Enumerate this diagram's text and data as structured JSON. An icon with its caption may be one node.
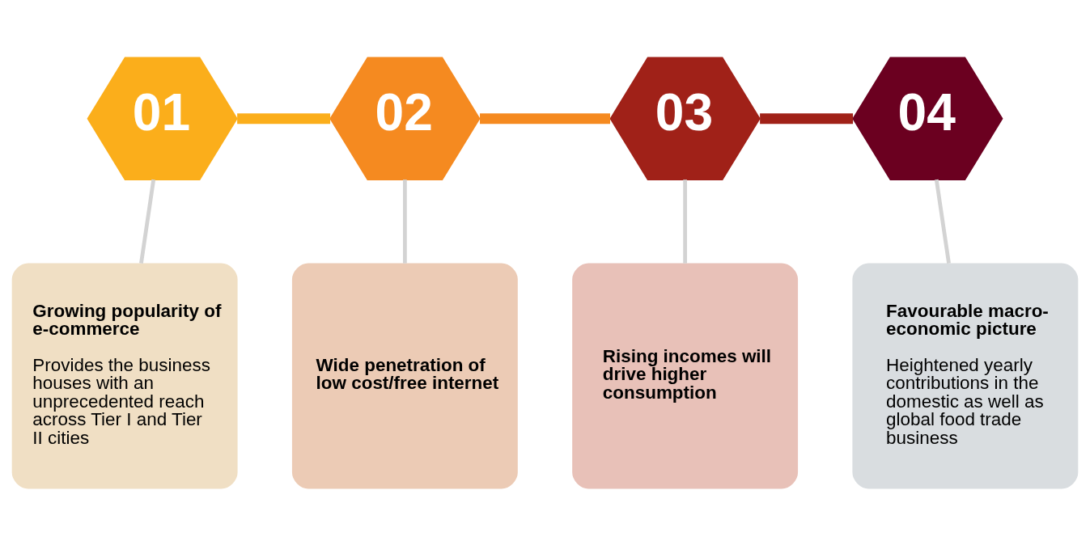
{
  "diagram": {
    "nodes": [
      {
        "text": [
          "01"
        ]
      },
      {
        "text": [
          "02"
        ]
      },
      {
        "text": [
          "03"
        ]
      },
      {
        "text": [
          "04"
        ]
      },
      {
        "text": [
          "Growing popularity of e-commerce",
          "Provides the business houses with an unprecedented reach across Tier I and Tier II cities"
        ]
      },
      {
        "text": [
          "Wide penetration of low cost/free internet"
        ]
      },
      {
        "text": [
          "Rising incomes will drive higher consumption"
        ]
      },
      {
        "text": [
          "Favourable macro-economic picture",
          "Heightened yearly contributions in the domestic as well as global food trade business"
        ]
      }
    ],
    "edges": [
      {
        "from": 0,
        "to": 1,
        "arrow": "none",
        "style": "thick",
        "color": "#fbae1b"
      },
      {
        "from": 1,
        "to": 2,
        "arrow": "none",
        "style": "thick",
        "color": "#f58a20"
      },
      {
        "from": 2,
        "to": 3,
        "arrow": "none",
        "style": "thick",
        "color": "#a02118"
      },
      {
        "from": 0,
        "to": 4,
        "arrow": "none"
      },
      {
        "from": 1,
        "to": 5,
        "arrow": "none"
      },
      {
        "from": 2,
        "to": 6,
        "arrow": "none"
      },
      {
        "from": 3,
        "to": 7,
        "arrow": "none"
      }
    ]
  }
}
